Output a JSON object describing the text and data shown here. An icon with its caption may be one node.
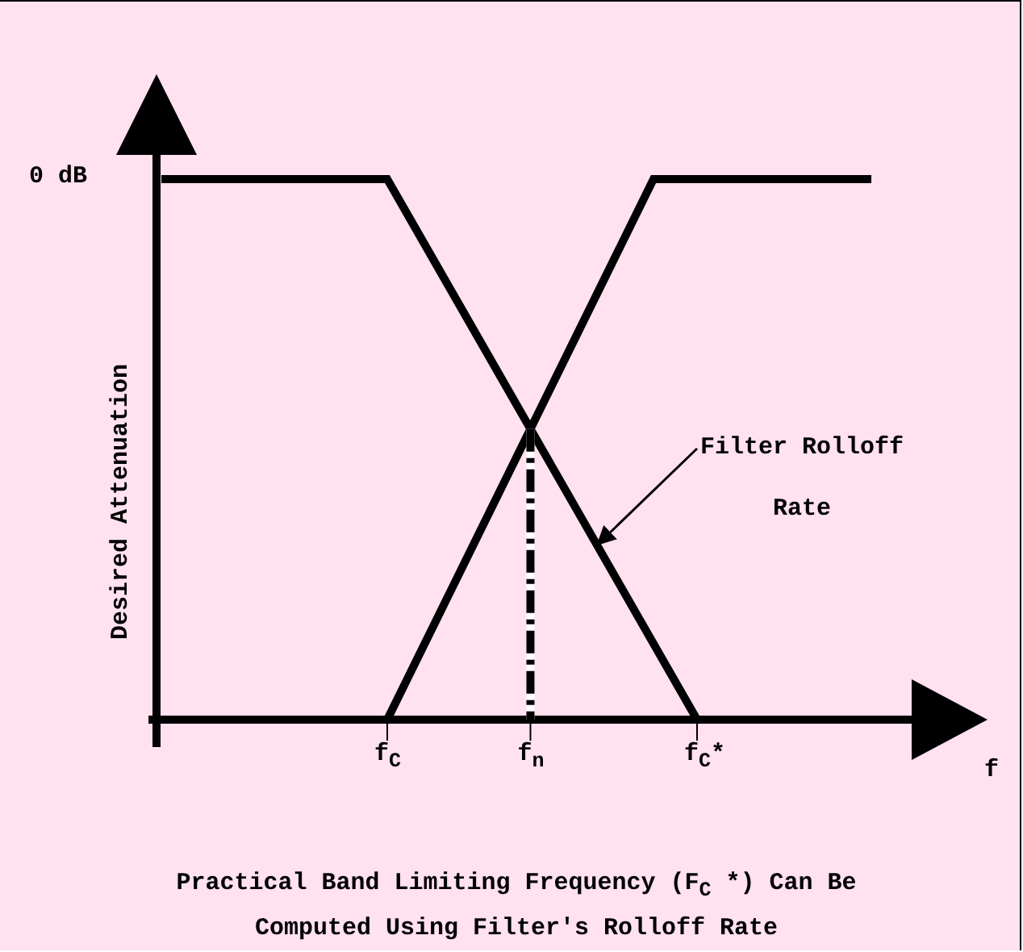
{
  "diagram": {
    "caption": "Practical Band Limiting Frequency (F$_{C}$ *) Can Be Computed Using Filter's Rolloff Rate",
    "nodes": [
      {
        "text": [
          "Filter Rolloff Rate"
        ]
      },
      {
        "text": [],
        "shape": "line"
      }
    ],
    "edges": [
      {
        "from": 0,
        "to": 1,
        "arrow": "to"
      }
    ],
    "labels": [
      "0 dB",
      "Desired Attenuation",
      "f$_{C}$",
      "f$_{n}$",
      "f$_{C}$*",
      "f"
    ]
  }
}
